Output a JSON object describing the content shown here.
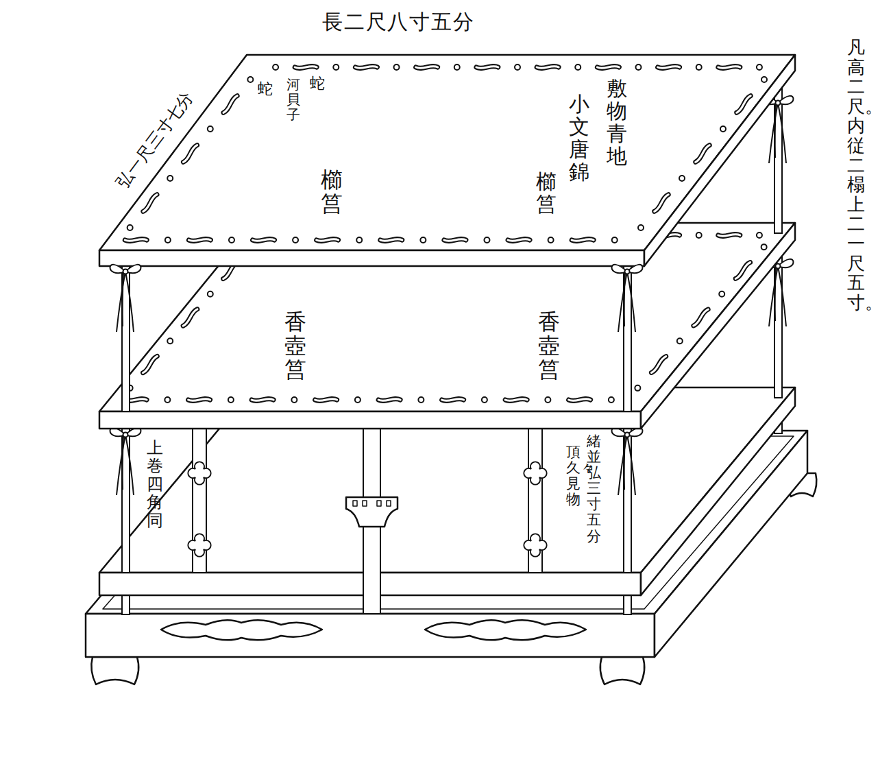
{
  "diagram": {
    "labels": [
      "長二尺八寸五分",
      "凡高二尺。内従二榻上二一尺五寸。",
      "弘一尺三寸七分",
      "蛇",
      "蛇",
      "河貝子",
      "敷物青地",
      "小文唐錦",
      "櫛筥",
      "櫛筥",
      "香壺筥",
      "香壺筥",
      "上巻四角同",
      "緒並弘三寸五分",
      "頂久々見物"
    ]
  }
}
